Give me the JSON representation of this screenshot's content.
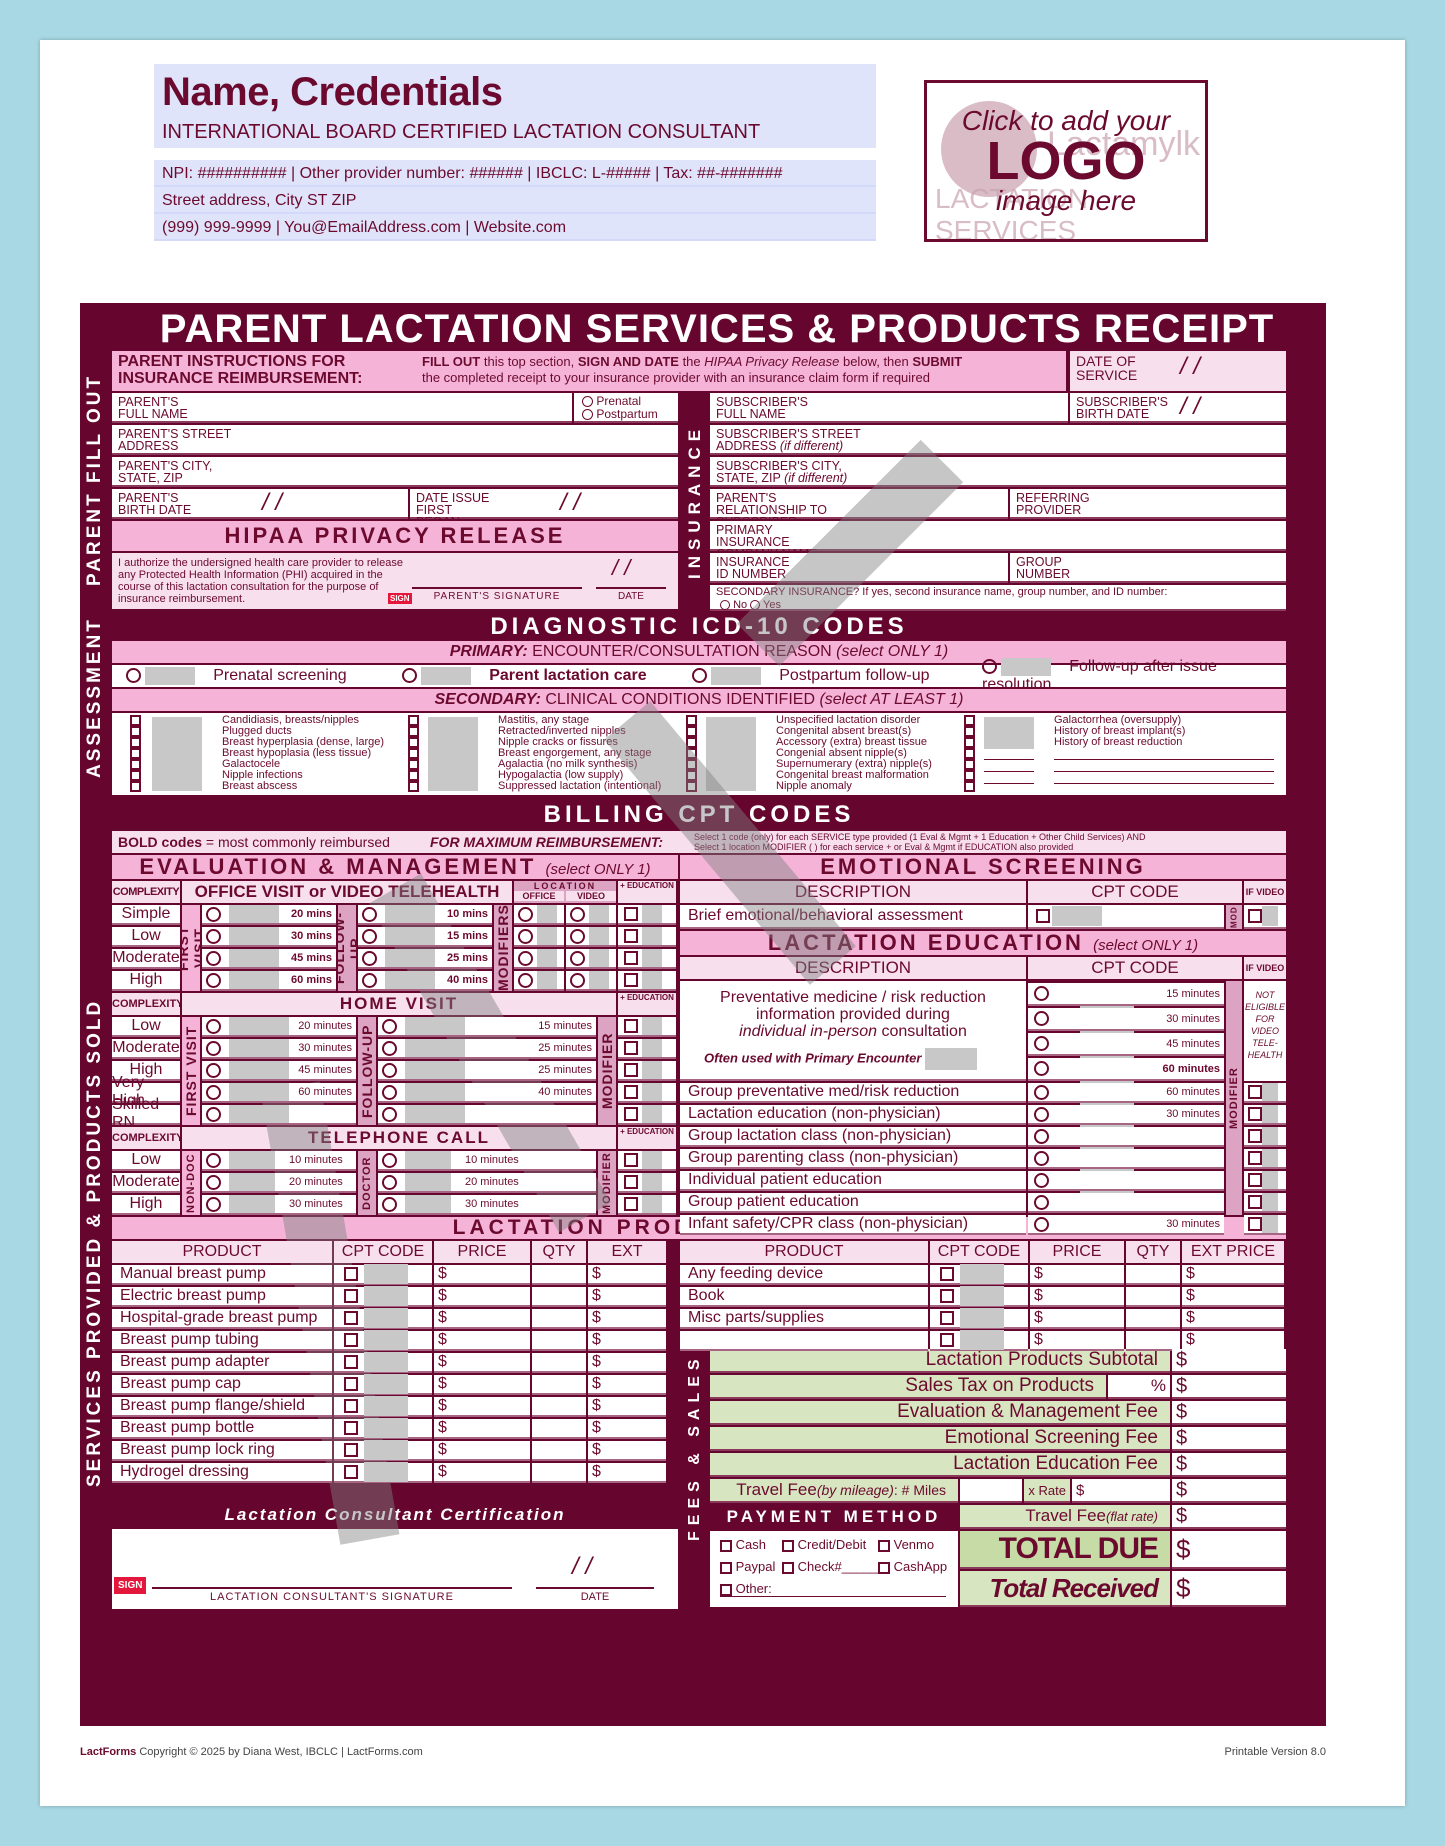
{
  "header": {
    "name": "Name, Credentials",
    "credential": "INTERNATIONAL BOARD CERTIFIED LACTATION CONSULTANT",
    "ids_line": "NPI: ########## | Other provider number: ###### | IBCLC: L-##### | Tax:  ##-#######",
    "address_line": "Street address, City ST ZIP",
    "contact_line": "(999) 999-9999 | You@EmailAddress.com | Website.com"
  },
  "logo": {
    "line1": "Click to add your",
    "line2": "LOGO",
    "line3": "image here",
    "ghost_top": "Lactamylk",
    "ghost_bottom": "LACTATION SERVICES"
  },
  "form": {
    "title": "PARENT LACTATION SERVICES & PRODUCTS RECEIPT",
    "side_labels": {
      "parent": "PARENT FILL OUT",
      "assessment": "ASSESSMENT",
      "services": "SERVICES PROVIDED & PRODUCTS SOLD",
      "insurance": "INSURANCE",
      "fees": "FEES & SALES"
    },
    "instructions": {
      "heading": "PARENT INSTRUCTIONS FOR INSURANCE REIMBURSEMENT:",
      "text_part1": "FILL OUT",
      "text_part2": " this top section, ",
      "text_part3": "SIGN AND DATE",
      "text_part4": " the ",
      "text_part5": "HIPAA Privacy Release",
      "text_part6": " below, then ",
      "text_part7": "SUBMIT",
      "text_line2": "the completed receipt to your insurance provider with an insurance claim form if required"
    },
    "date_of_service": "DATE OF SERVICE",
    "date_slash": "/      /",
    "parent_fields": {
      "full_name": "PARENT'S FULL NAME",
      "prenatal": "Prenatal",
      "postpartum": "Postpartum",
      "street": "PARENT'S STREET ADDRESS",
      "city": "PARENT'S CITY, STATE, ZIP",
      "birth": "PARENT'S BIRTH DATE",
      "issue": "DATE ISSUE FIRST BEGAN"
    },
    "insurance_fields": {
      "sub_name": "SUBSCRIBER'S FULL NAME",
      "sub_birth": "SUBSCRIBER'S BIRTH DATE",
      "sub_street": "SUBSCRIBER'S STREET",
      "sub_street2": "ADDRESS",
      "if_diff": "(if different)",
      "sub_city": "SUBSCRIBER'S CITY,",
      "sub_city2": "STATE, ZIP",
      "relationship": "PARENT'S RELATIONSHIP TO SUBSCRIBER",
      "referring": "REFERRING PROVIDER",
      "primary_ins": "PRIMARY INSURANCE COMPANY NAME",
      "ins_id": "INSURANCE ID NUMBER",
      "group": "GROUP NUMBER",
      "secondary": "SECONDARY INSURANCE?  If yes, second insurance name, group number, and ID number:",
      "no": "No",
      "yes": "Yes"
    },
    "hipaa": {
      "heading": "HIPAA PRIVACY RELEASE",
      "text": "I authorize the undersigned health care provider to release any Protected Health Information (PHI) acquired in the course of this lactation consultation for the purpose of insurance reimbursement.",
      "sign": "SIGN",
      "signature_label": "PARENT'S SIGNATURE",
      "date_label": "DATE"
    },
    "icd": {
      "heading": "DIAGNOSTIC ICD-10 CODES",
      "primary_label": "PRIMARY:",
      "primary_text": "ENCOUNTER/CONSULTATION REASON",
      "primary_note": "(select ONLY 1)",
      "primary_options": [
        "Prenatal screening",
        "Parent lactation care",
        "Postpartum follow-up",
        "Follow-up after issue resolution"
      ],
      "secondary_label": "SECONDARY:",
      "secondary_text": "CLINICAL CONDITIONS IDENTIFIED",
      "secondary_note": "(select AT LEAST 1)",
      "col1": [
        "Candidiasis, breasts/nipples",
        "Plugged ducts",
        "Breast hyperplasia (dense, large)",
        "Breast hypoplasia (less tissue)",
        "Galactocele",
        "Nipple infections",
        "Breast abscess"
      ],
      "col2": [
        "Mastitis, any stage",
        "Retracted/inverted nipples",
        "Nipple cracks or fissures",
        "Breast engorgement, any stage",
        "Agalactia (no milk synthesis)",
        "Hypogalactia (low supply)",
        "Suppressed lactation (intentional)"
      ],
      "col3": [
        "Unspecified lactation disorder",
        "Congenital absent breast(s)",
        "Accessory (extra) breast tissue",
        "Congenial absent nipple(s)",
        "Supernumerary (extra) nipple(s)",
        "Congenital breast malformation",
        "Nipple anomaly"
      ],
      "col4": [
        "Galactorrhea (oversupply)",
        "History of breast implant(s)",
        "History of breast reduction"
      ]
    },
    "billing": {
      "heading": "BILLING CPT CODES",
      "bold_note_b": "BOLD codes",
      "bold_note": " = most commonly reimbursed",
      "max_reimb": "FOR MAXIMUM REIMBURSEMENT:",
      "select_line1": "Select 1 code (only) for each SERVICE type provided (1 Eval & Mgmt + 1 Education + Other Child Services) AND",
      "select_line2": "Select 1 location MODIFIER (            ) for each service +       or Eval & Mgmt if EDUCATION also provided"
    },
    "em": {
      "heading": "EVALUATION & MANAGEMENT",
      "note": "(select ONLY 1)",
      "complexity": "COMPLEXITY",
      "office_title": "OFFICE VISIT or VIDEO TELEHEALTH",
      "location": "LOCATION",
      "office": "OFFICE",
      "video": "VIDEO",
      "plus_edu": "+ EDUCATION",
      "first_visit": "FIRST VISIT",
      "follow_up": "FOLLOW-UP",
      "modifiers": "MODIFIERS",
      "modifier": "MODIFIER",
      "office_rows": [
        {
          "level": "Simple",
          "first": "20 mins",
          "follow": "10 mins"
        },
        {
          "level": "Low",
          "first": "30 mins",
          "follow": "15 mins"
        },
        {
          "level": "Moderate",
          "first": "45 mins",
          "follow": "25 mins"
        },
        {
          "level": "High",
          "first": "60 mins",
          "follow": "40 mins"
        }
      ],
      "home_title": "HOME VISIT",
      "home_rows": [
        {
          "level": "Low",
          "first": "20 minutes",
          "follow": "15 minutes"
        },
        {
          "level": "Moderate",
          "first": "30 minutes",
          "follow": "25 minutes"
        },
        {
          "level": "High",
          "first": "45 minutes",
          "follow": "25 minutes"
        },
        {
          "level": "Very High",
          "first": "60 minutes",
          "follow": "40 minutes"
        },
        {
          "level": "Skilled RN",
          "first": "",
          "follow": ""
        }
      ],
      "phone_title": "TELEPHONE CALL",
      "non_doc": "NON-DOC",
      "doctor": "DOCTOR",
      "phone_rows": [
        {
          "level": "Low",
          "first": "10 minutes",
          "follow": "10 minutes"
        },
        {
          "level": "Moderate",
          "first": "20 minutes",
          "follow": "20 minutes"
        },
        {
          "level": "High",
          "first": "30 minutes",
          "follow": "30 minutes"
        }
      ]
    },
    "emotional": {
      "heading": "EMOTIONAL SCREENING",
      "desc": "DESCRIPTION",
      "cpt": "CPT CODE",
      "ifvideo": "IF VIDEO",
      "mod": "MOD",
      "row": "Brief emotional/behavioral assessment"
    },
    "education": {
      "heading": "LACTATION EDUCATION",
      "note": "(select ONLY 1)",
      "desc": "DESCRIPTION",
      "cpt": "CPT CODE",
      "ifvideo": "IF VIDEO",
      "prev_line1": "Preventative medicine / risk reduction",
      "prev_line2": "information provided during",
      "prev_line3a": "individual in-person",
      "prev_line3b": " consultation",
      "often": "Often used with Primary Encounter",
      "prev_times": [
        "15 minutes",
        "30 minutes",
        "45 minutes",
        "60 minutes"
      ],
      "not_eligible": "NOT ELIGIBLE FOR VIDEO TELE-HEALTH",
      "modifier": "MODIFIER",
      "rows": [
        {
          "desc": "Group preventative med/risk reduction",
          "time": "60 minutes"
        },
        {
          "desc": "Lactation education (non-physician)",
          "time": "30 minutes"
        },
        {
          "desc": "Group lactation class (non-physician)",
          "time": ""
        },
        {
          "desc": "Group parenting class (non-physician)",
          "time": ""
        },
        {
          "desc": "Individual patient education",
          "time": ""
        },
        {
          "desc": "Group patient education",
          "time": ""
        },
        {
          "desc": "Infant safety/CPR class (non-physician)",
          "time": "30 minutes"
        }
      ]
    },
    "products": {
      "heading": "LACTATION PRODUCTS PURCHASED",
      "cols": [
        "PRODUCT",
        "CPT CODE",
        "PRICE",
        "QTY",
        "EXT PRICE"
      ],
      "dollar": "$",
      "left": [
        "Manual breast pump",
        "Electric breast pump",
        "Hospital-grade breast pump",
        "Breast pump tubing",
        "Breast pump adapter",
        "Breast pump cap",
        "Breast pump flange/shield",
        "Breast pump bottle",
        "Breast pump lock ring",
        "Hydrogel dressing"
      ],
      "right": [
        "Any feeding device",
        "Book",
        "Misc parts/supplies",
        ""
      ]
    },
    "fees": {
      "subtotal": "Lactation Products Subtotal",
      "tax": "Sales Tax on Products",
      "pct": "%",
      "em_fee": "Evaluation & Management Fee",
      "emo_fee": "Emotional Screening Fee",
      "edu_fee": "Lactation Education Fee",
      "travel_mile_a": "Travel Fee ",
      "travel_mile_b": "(by mileage)",
      "travel_mile_c": ":  # Miles",
      "x_rate": "x Rate",
      "travel_flat_a": "Travel Fee ",
      "travel_flat_b": "(flat rate)",
      "total_due": "TOTAL DUE",
      "total_received": "Total Received",
      "dollar": "$"
    },
    "payment": {
      "heading": "PAYMENT METHOD",
      "options": [
        "Cash",
        "Credit/Debit",
        "Venmo",
        "Paypal",
        "Check#______",
        "CashApp"
      ],
      "other": "Other:"
    },
    "certification": {
      "heading": "Lactation Consultant Certification",
      "sign": "SIGN",
      "signature_label": "LACTATION CONSULTANT'S SIGNATURE",
      "date_label": "DATE",
      "date_slash": "/    /"
    }
  },
  "footer": {
    "brand": "LactForms",
    "copyright": "Copyright © 2025 by Diana West, IBCLC | LactForms.com",
    "version": "Printable Version 8.0"
  }
}
